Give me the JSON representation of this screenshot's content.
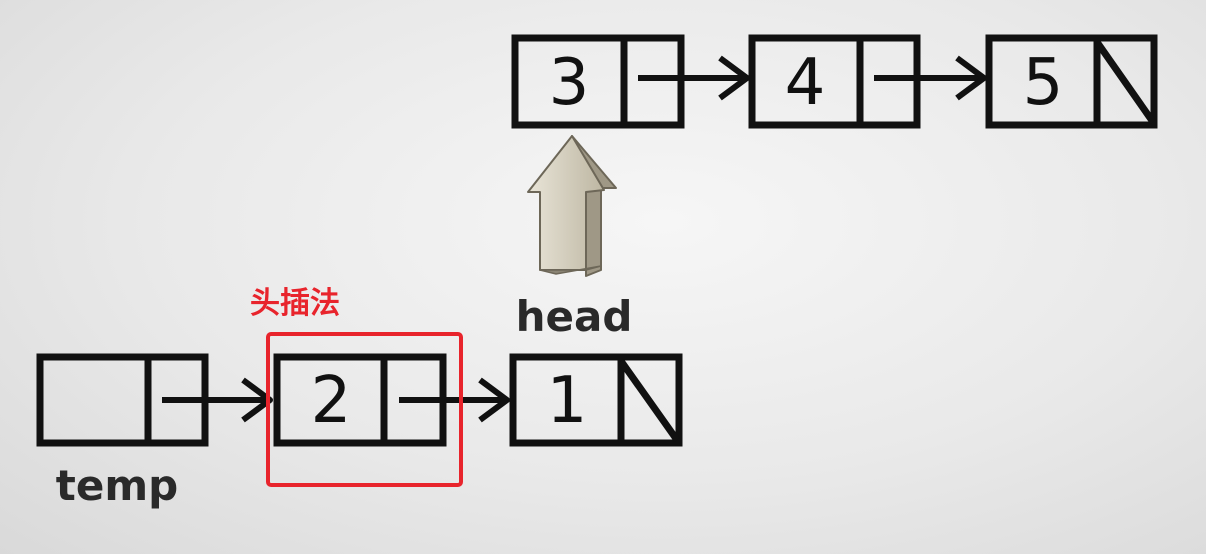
{
  "colors": {
    "outline": "#111111",
    "highlight": "#e8242c",
    "head_arrow_fill": "#ddd8c8"
  },
  "annotation": {
    "text": "头插法"
  },
  "labels": {
    "head": "head",
    "temp": "temp"
  },
  "top_list": {
    "nodes": [
      {
        "value": "3",
        "next": "arrow"
      },
      {
        "value": "4",
        "next": "arrow"
      },
      {
        "value": "5",
        "next": "null"
      }
    ]
  },
  "bottom_list": {
    "nodes": [
      {
        "value": "",
        "next": "arrow",
        "label": "temp"
      },
      {
        "value": "2",
        "next": "arrow",
        "highlighted": true
      },
      {
        "value": "1",
        "next": "null"
      }
    ]
  }
}
